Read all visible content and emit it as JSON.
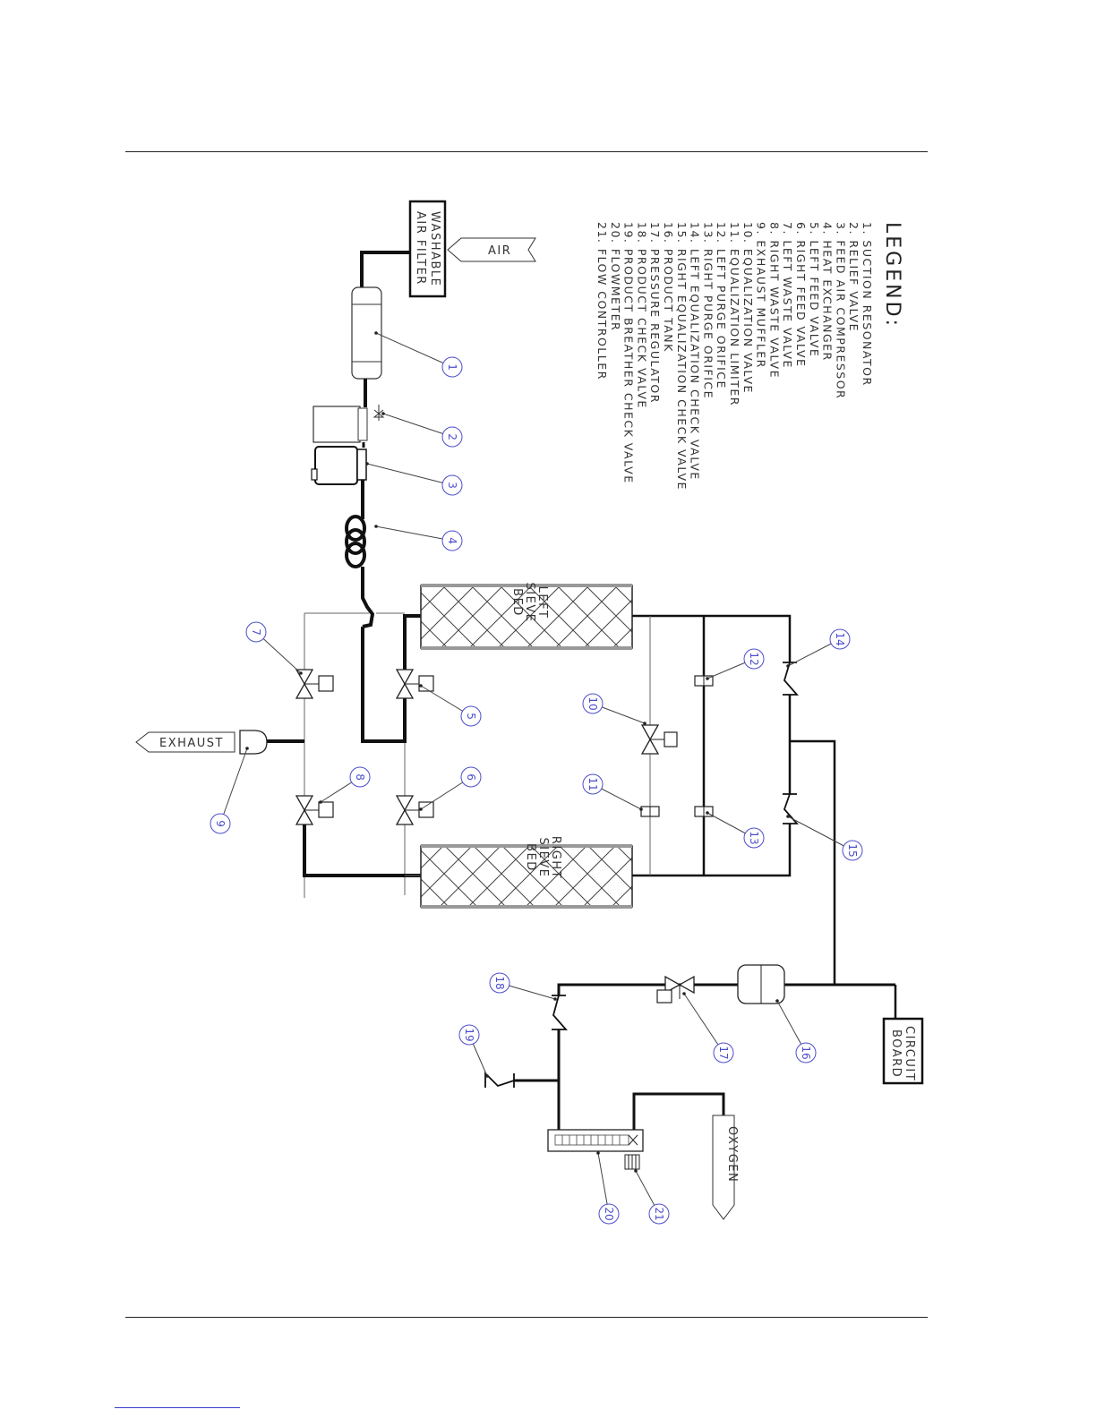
{
  "labels": {
    "air": "AIR",
    "washable_filter_line1": "WASHABLE",
    "washable_filter_line2": "AIR FILTER",
    "exhaust": "EXHAUST",
    "left_bed_line1": "LEFT",
    "left_bed_line2": "SIEVE",
    "left_bed_line3": "BED",
    "right_bed_line1": "RIGHT",
    "right_bed_line2": "SIEVE",
    "right_bed_line3": "BED",
    "circuit_board_line1": "CIRCUIT",
    "circuit_board_line2": "BOARD",
    "oxygen": "OXYGEN"
  },
  "legend": {
    "title": "LEGEND:",
    "items": [
      "1.   SUCTION RESONATOR",
      "2.   RELIEF VALVE",
      "3.   FEED AIR COMPRESSOR",
      "4.   HEAT EXCHANGER",
      "5.   LEFT FEED VALVE",
      "6.   RIGHT FEED VALVE",
      "7.   LEFT WASTE VALVE",
      "8.   RIGHT WASTE VALVE",
      "9.   EXHAUST MUFFLER",
      "10.  EQUALIZATION VALVE",
      "11.  EQUALIZATION LIMITER",
      "12.  LEFT PURGE ORIFICE",
      "13.  RIGHT PURGE ORIFICE",
      "14.  LEFT EQUALIZATION CHECK VALVE",
      "15.  RIGHT EQUALIZATION CHECK VALVE",
      "16.  PRODUCT TANK",
      "17.  PRESSURE REGULATOR",
      "18.  PRODUCT CHECK VALVE",
      "19.  PRODUCT BREATHER CHECK VALVE",
      "20.  FLOWMETER",
      "21.  FLOW CONTROLLER"
    ]
  },
  "callouts": [
    "1",
    "2",
    "3",
    "4",
    "5",
    "6",
    "7",
    "8",
    "9",
    "10",
    "11",
    "12",
    "13",
    "14",
    "15",
    "16",
    "17",
    "18",
    "19",
    "20",
    "21"
  ],
  "colors": {
    "line": "#111111",
    "thin_line": "#555555",
    "callout": "#4d4dcc",
    "footer_link": "#3a3acc"
  }
}
